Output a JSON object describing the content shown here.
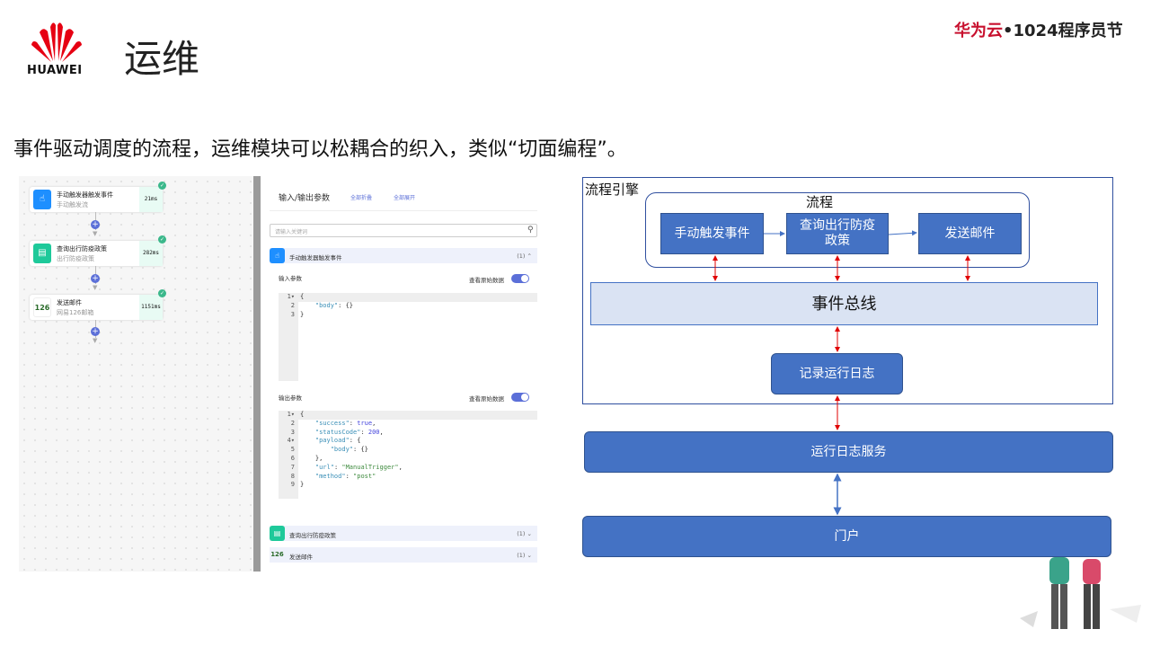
{
  "header": {
    "logo_text": "HUAWEI",
    "title": "运维",
    "brand_red": "华为云",
    "brand_dark": "•1024程序员节"
  },
  "subtitle": "事件驱动调度的流程，运维模块可以松耦合的织入，类似“切面编程”。",
  "flow": {
    "nodes": [
      {
        "title": "手动触发器触发事件",
        "sub": "手动触发流",
        "time": "21ms",
        "icon": "hand-pointer-icon"
      },
      {
        "title": "查询出行防疫政策",
        "sub": "出行防疫政策",
        "time": "282ms",
        "icon": "document-icon"
      },
      {
        "title": "发送邮件",
        "sub": "网易126邮箱",
        "time": "1151ms",
        "icon": "126-mail-icon",
        "icon_text": "126"
      }
    ]
  },
  "params": {
    "title": "输入/输出参数",
    "collapse_all": "全部折叠",
    "expand_all": "全部展开",
    "search_placeholder": "请输入关键词",
    "sections": [
      {
        "name": "手动触发器触发事件",
        "count": "(1)"
      },
      {
        "name": "查询出行防疫政策",
        "count": "(1)"
      },
      {
        "name": "发送邮件",
        "count": "(1)"
      }
    ],
    "input_label": "输入参数",
    "output_label": "输出参数",
    "raw_label": "查看原始数据"
  },
  "diagram": {
    "engine": "流程引擎",
    "flow": "流程",
    "steps": [
      "手动触发事件",
      "查询出行防疫政策",
      "发送邮件"
    ],
    "bus": "事件总线",
    "log": "记录运行日志",
    "log_service": "运行日志服务",
    "portal": "门户"
  },
  "colors": {
    "box": "#4472c4",
    "bus": "#dae3f3",
    "red_arrow": "#e00000",
    "brand": "#c8102e"
  }
}
